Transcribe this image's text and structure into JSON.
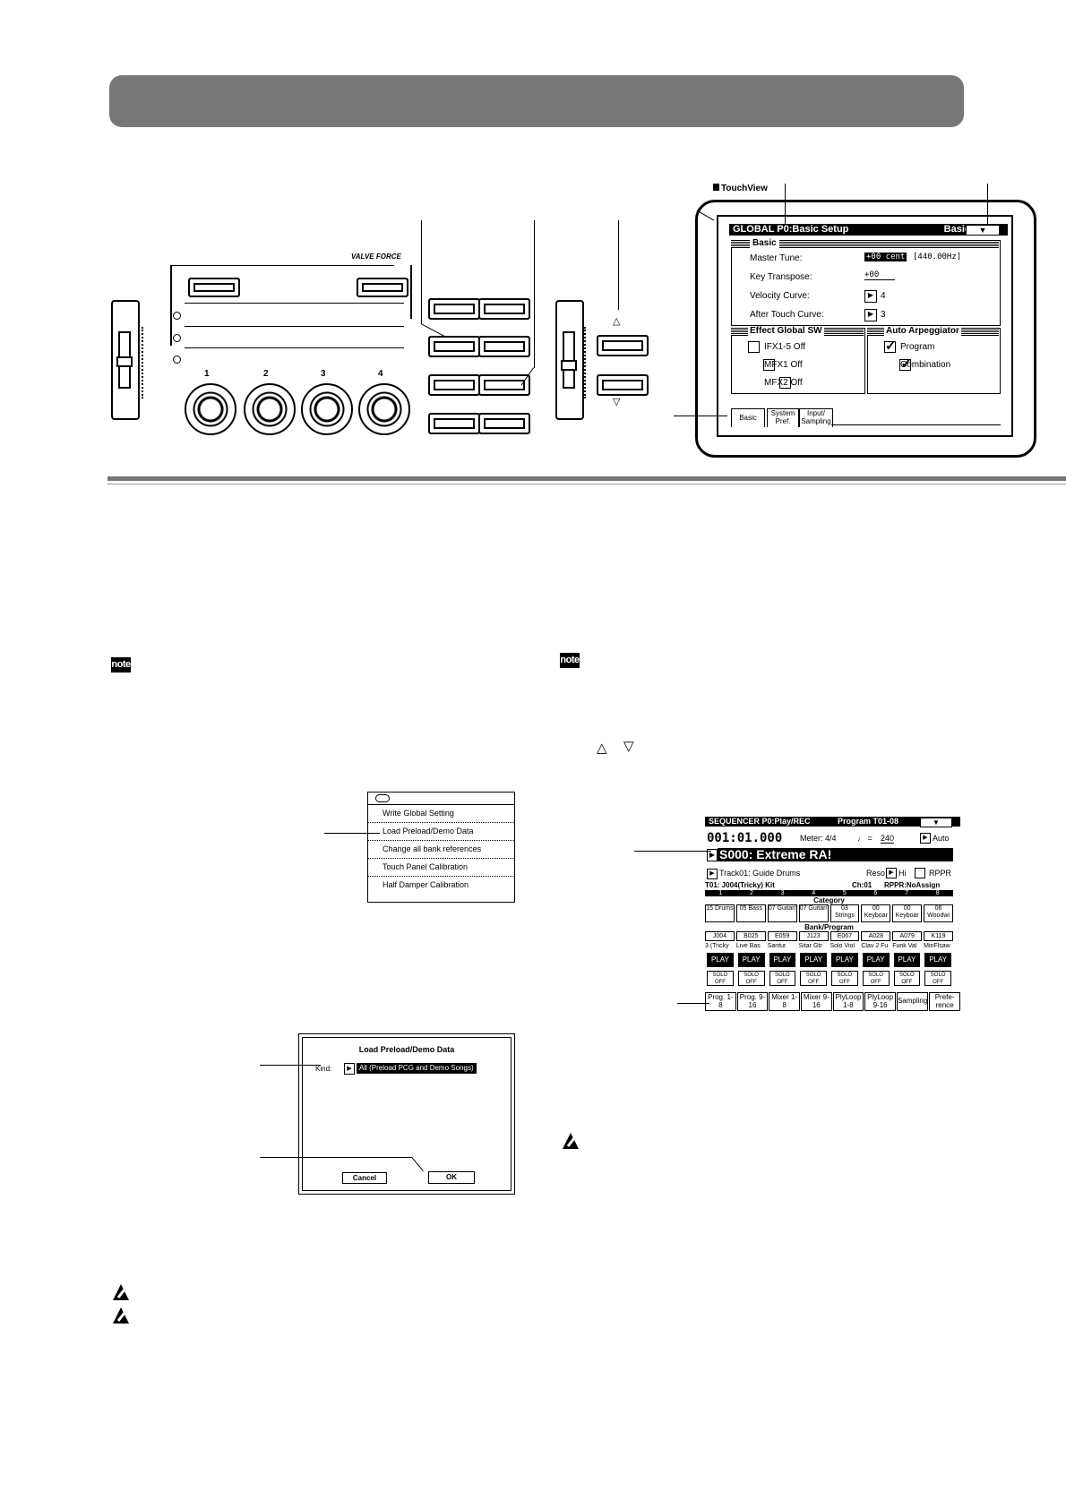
{
  "panel": {
    "valve_force_logo": "VALVE FORCE",
    "knob_labels": [
      "1",
      "2",
      "3",
      "4"
    ]
  },
  "touchview": {
    "logo": "TouchView",
    "lcd_title": "GLOBAL P0:Basic Setup",
    "page_menu": "Basic",
    "basic_group": "Basic",
    "rows": [
      {
        "label": "Master Tune:",
        "value": "+00 cent",
        "extra": "[440.00Hz]"
      },
      {
        "label": "Key Transpose:",
        "value": "+00"
      },
      {
        "label": "Velocity Curve:",
        "value": "4"
      },
      {
        "label": "After Touch Curve:",
        "value": "3"
      }
    ],
    "effect_group": "Effect Global SW",
    "effect_items": [
      "IFX1-5 Off",
      "MFX1 Off",
      "MFX2 Off"
    ],
    "arp_group": "Auto Arpeggiator",
    "arp_items": [
      "Program",
      "Combination"
    ],
    "tabs": [
      "Basic",
      "System Pref.",
      "Input/ Sampling"
    ]
  },
  "notes": {
    "note_label": "note"
  },
  "menu": {
    "items": [
      "Write Global Setting",
      "Load Preload/Demo Data",
      "Change all bank references",
      "Touch Panel Calibration",
      "Half Damper Calibration"
    ]
  },
  "dialog": {
    "title": "Load Preload/Demo Data",
    "kind_label": "Kind:",
    "kind_value": "All (Preload PCG and Demo Songs)",
    "cancel": "Cancel",
    "ok": "OK"
  },
  "sequencer": {
    "title": "SEQUENCER P0:Play/REC",
    "program": "Program T01-08",
    "position": "001:01.000",
    "meter": "Meter: 4/4",
    "tempo_symbol": "♩ =",
    "tempo": "240",
    "tempo_mode": "Auto",
    "song": "S000: Extreme RA!",
    "track": "Track01: Guide Drums",
    "reso": "Reso",
    "reso_value": "Hi",
    "rppr": "RPPR",
    "t01_line": "T01: J004(Tricky) Kit",
    "ch_line": "Ch:01",
    "rppr_line": "RPPR:NoAssign",
    "track_numbers": [
      "1",
      "2",
      "3",
      "4",
      "5",
      "6",
      "7",
      "8"
    ],
    "category_label": "Category",
    "categories": [
      "15 Drums",
      "05 Bass",
      "07 Guitar/",
      "07 Guitar/",
      "03 Strings",
      "00 Keyboar",
      "00 Keyboar",
      "06 Woodwi"
    ],
    "bank_label": "Bank/Program",
    "bank_programs": [
      "J004",
      "B025",
      "E059",
      "J123",
      "E067",
      "A028",
      "A079",
      "K119"
    ],
    "program_names": [
      "3 (Tricky",
      "Live Bas",
      "Santur",
      "Sitar Gtr",
      "Solo Viol",
      "Clav 2 Fu",
      "Funk Val",
      "MinFlsaw"
    ],
    "play_label": "PLAY",
    "solo_label": "SOLO OFF",
    "tabs": [
      "Prog. 1-8",
      "Prog. 9-16",
      "Mixer 1-8",
      "Mixer 9-16",
      "PlyLoop 1-8",
      "PlyLoop 9-16",
      "Sampling",
      "Prefe- rence"
    ]
  }
}
